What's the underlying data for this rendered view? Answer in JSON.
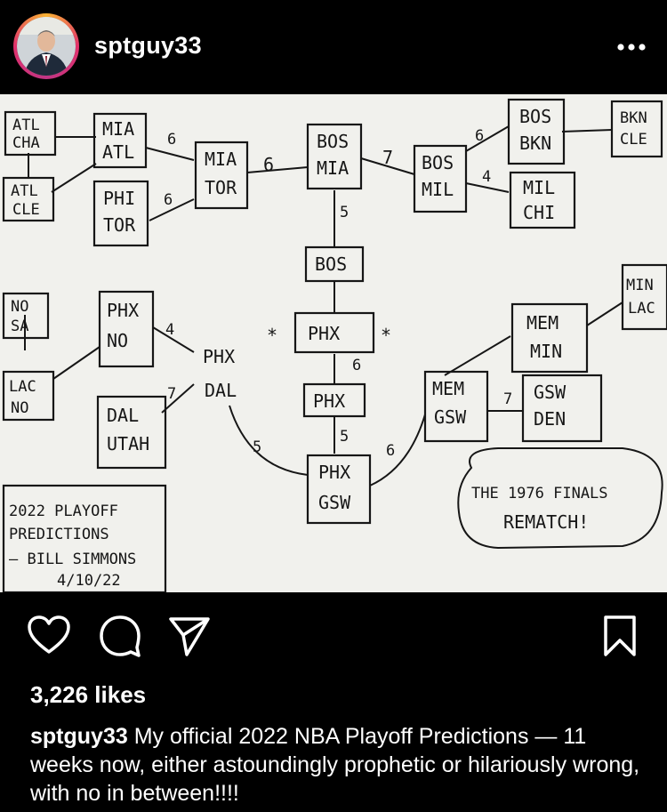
{
  "post": {
    "username": "sptguy33",
    "likes": "3,226 likes",
    "caption_user": "sptguy33",
    "caption_text": " My official 2022 NBA Playoff Predictions — 11 weeks now, either astoundingly prophetic or hilariously wrong, with no in between!!!!"
  },
  "icons": {
    "more": "more-options-icon",
    "like": "heart-icon",
    "comment": "comment-icon",
    "share": "share-icon",
    "save": "bookmark-icon"
  },
  "bracket": {
    "east": {
      "atl_cha": [
        "ATL",
        "CHA"
      ],
      "atl_cle": [
        "ATL",
        "CLE"
      ],
      "mia_atl": [
        "MIA",
        "ATL"
      ],
      "phi_tor": [
        "PHI",
        "TOR"
      ],
      "mia_tor": [
        "MIA",
        "TOR"
      ],
      "bos_mia": [
        "BOS",
        "MIA"
      ],
      "bos_mil": [
        "BOS",
        "MIL"
      ],
      "bos_bkn": [
        "BOS",
        "BKN"
      ],
      "mil_chi": [
        "MIL",
        "CHI"
      ],
      "bkn_cle": [
        "BKN",
        "CLE"
      ],
      "bos": "BOS"
    },
    "west": {
      "no_sa": [
        "NO",
        "SA"
      ],
      "lac_no": [
        "LAC",
        "NO"
      ],
      "phx_no": [
        "PHX",
        "NO"
      ],
      "dal_utah": [
        "DAL",
        "UTAH"
      ],
      "phx_dal": [
        "PHX",
        "DAL"
      ],
      "phx_star": "PHX",
      "phx": "PHX",
      "phx_gsw": [
        "PHX",
        "GSW"
      ],
      "mem_gsw": [
        "MEM",
        "GSW"
      ],
      "mem_min": [
        "MEM",
        "MIN"
      ],
      "gsw_den": [
        "GSW",
        "DEN"
      ],
      "min_lac": [
        "MIN",
        "LAC"
      ]
    },
    "games": {
      "g1": "6",
      "g2": "6",
      "g3": "6",
      "g4": "7",
      "g5": "6",
      "g6": "4",
      "g7": "5",
      "g8": "4",
      "g9": "7",
      "g10": "6",
      "g11": "5",
      "g12": "5",
      "g13": "6",
      "g14": "7"
    },
    "stars": [
      "*",
      "*"
    ],
    "note": {
      "line1": "2022 PLAYOFF",
      "line2": "PREDICTIONS",
      "line3": "— BILL SIMMONS",
      "line4": "4/10/22"
    },
    "bubble": {
      "line1": "THE 1976 FINALS",
      "line2": "REMATCH!"
    }
  }
}
